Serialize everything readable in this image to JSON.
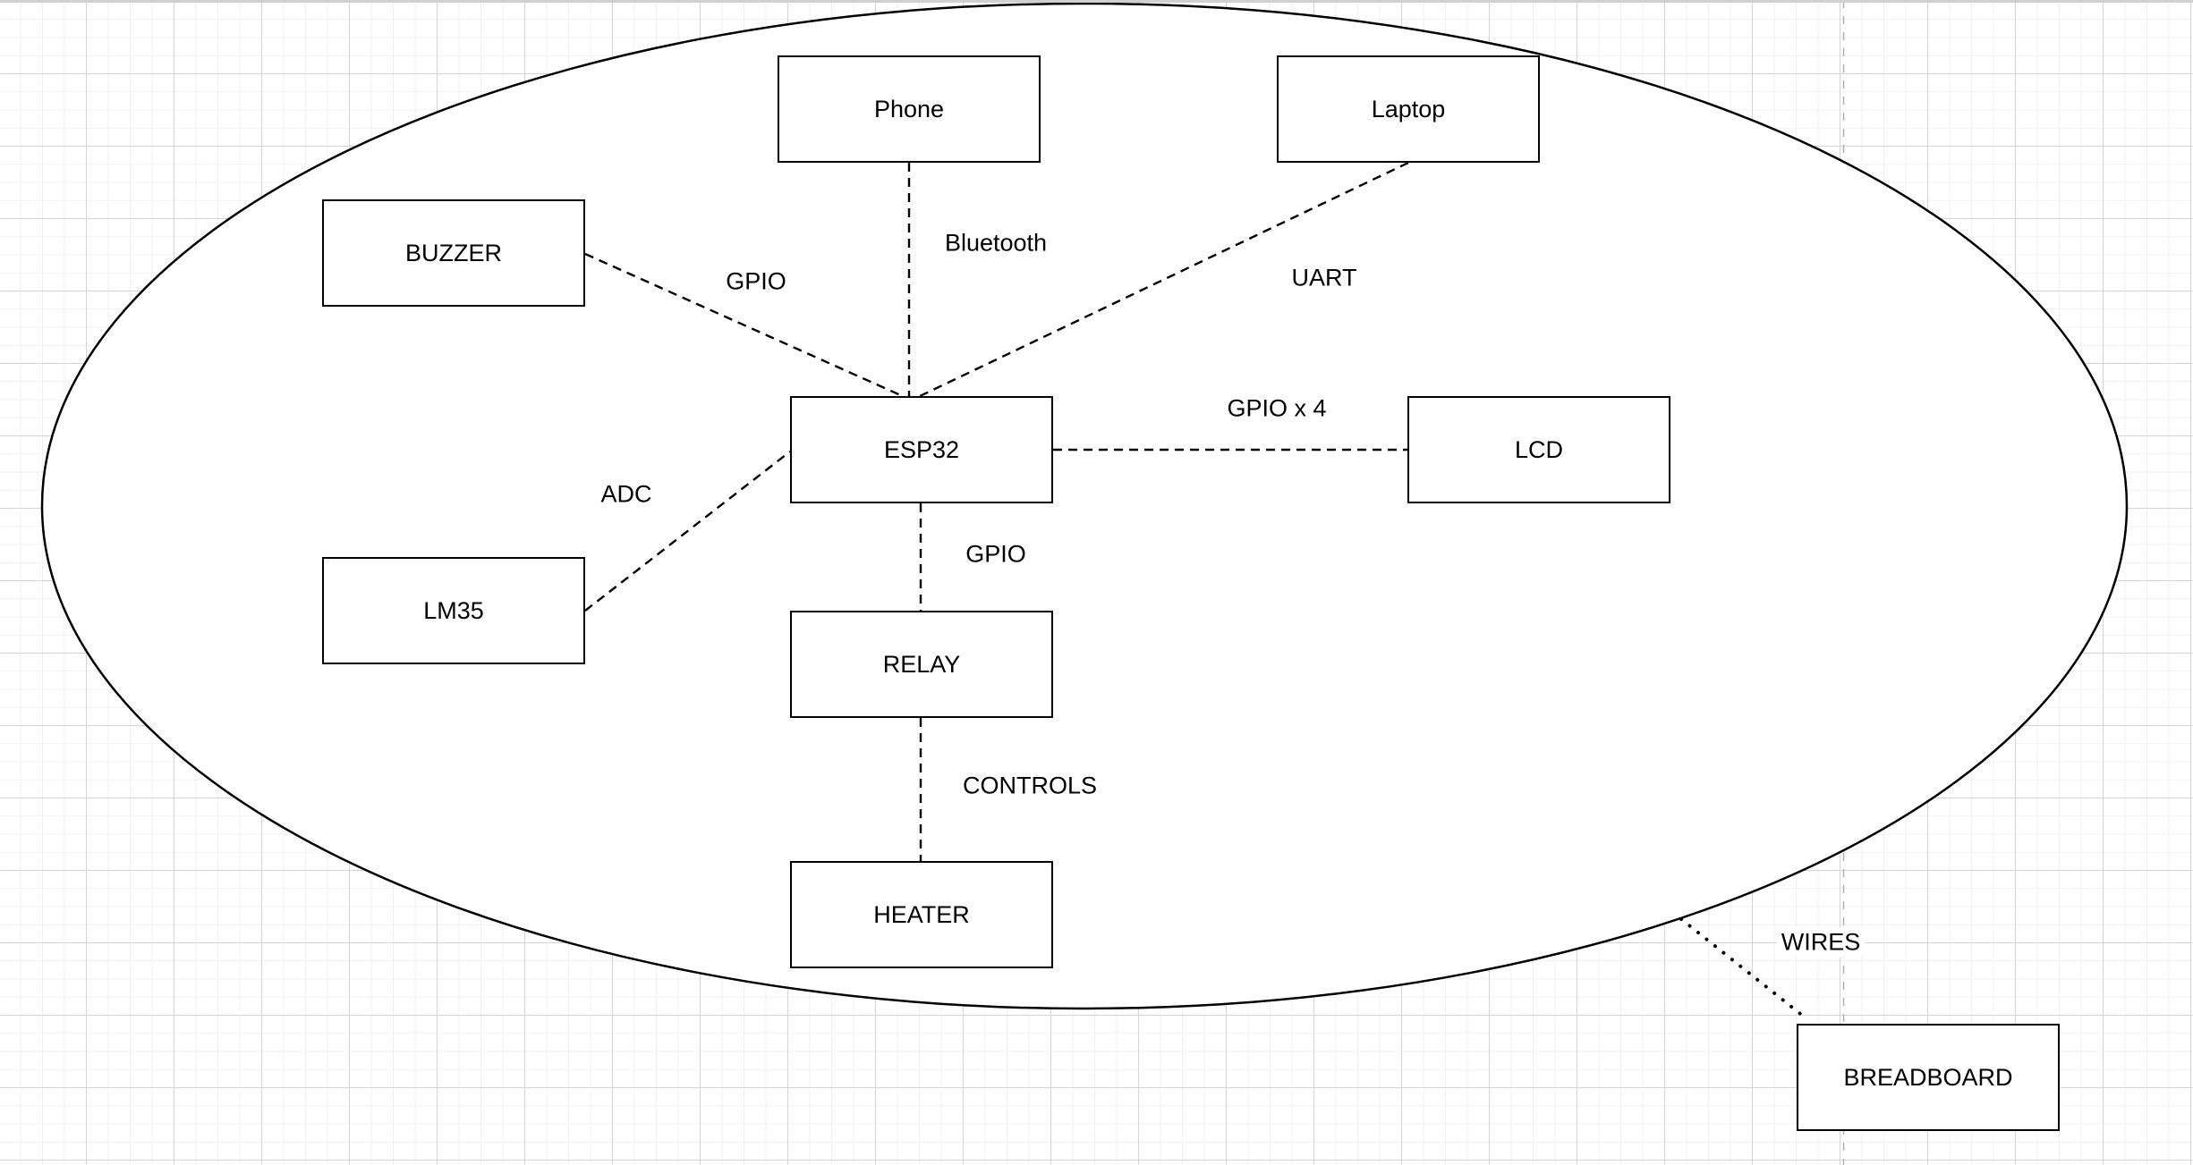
{
  "diagram": {
    "nodes": {
      "phone": {
        "label": "Phone"
      },
      "laptop": {
        "label": "Laptop"
      },
      "buzzer": {
        "label": "BUZZER"
      },
      "esp32": {
        "label": "ESP32"
      },
      "lcd": {
        "label": "LCD"
      },
      "lm35": {
        "label": "LM35"
      },
      "relay": {
        "label": "RELAY"
      },
      "heater": {
        "label": "HEATER"
      },
      "breadboard": {
        "label": "BREADBOARD"
      }
    },
    "edges": {
      "buzzer_esp32": {
        "from": "BUZZER",
        "to": "ESP32",
        "label": "GPIO",
        "line": "dashed"
      },
      "phone_esp32": {
        "from": "Phone",
        "to": "ESP32",
        "label": "Bluetooth",
        "line": "dashed"
      },
      "laptop_esp32": {
        "from": "Laptop",
        "to": "ESP32",
        "label": "UART",
        "line": "dashed"
      },
      "esp32_lcd": {
        "from": "ESP32",
        "to": "LCD",
        "label": "GPIO x 4",
        "line": "dashed"
      },
      "lm35_esp32": {
        "from": "LM35",
        "to": "ESP32",
        "label": "ADC",
        "line": "dashed"
      },
      "esp32_relay": {
        "from": "ESP32",
        "to": "RELAY",
        "label": "GPIO",
        "line": "dashed"
      },
      "relay_heater": {
        "from": "RELAY",
        "to": "HEATER",
        "label": "CONTROLS",
        "line": "dashed"
      },
      "boundary_breadboard": {
        "from": "system boundary ellipse",
        "to": "BREADBOARD",
        "label": "WIRES",
        "line": "dotted"
      }
    },
    "colors": {
      "shape_stroke": "#000000",
      "shape_fill": "#ffffff",
      "text": "#000000",
      "grid_minor": "#f0f0f0",
      "grid_major": "#d4d4d4",
      "page_boundary": "#b0b0b0",
      "canvas_top_edge": "#d0d0d0",
      "background": "#ffffff"
    }
  }
}
